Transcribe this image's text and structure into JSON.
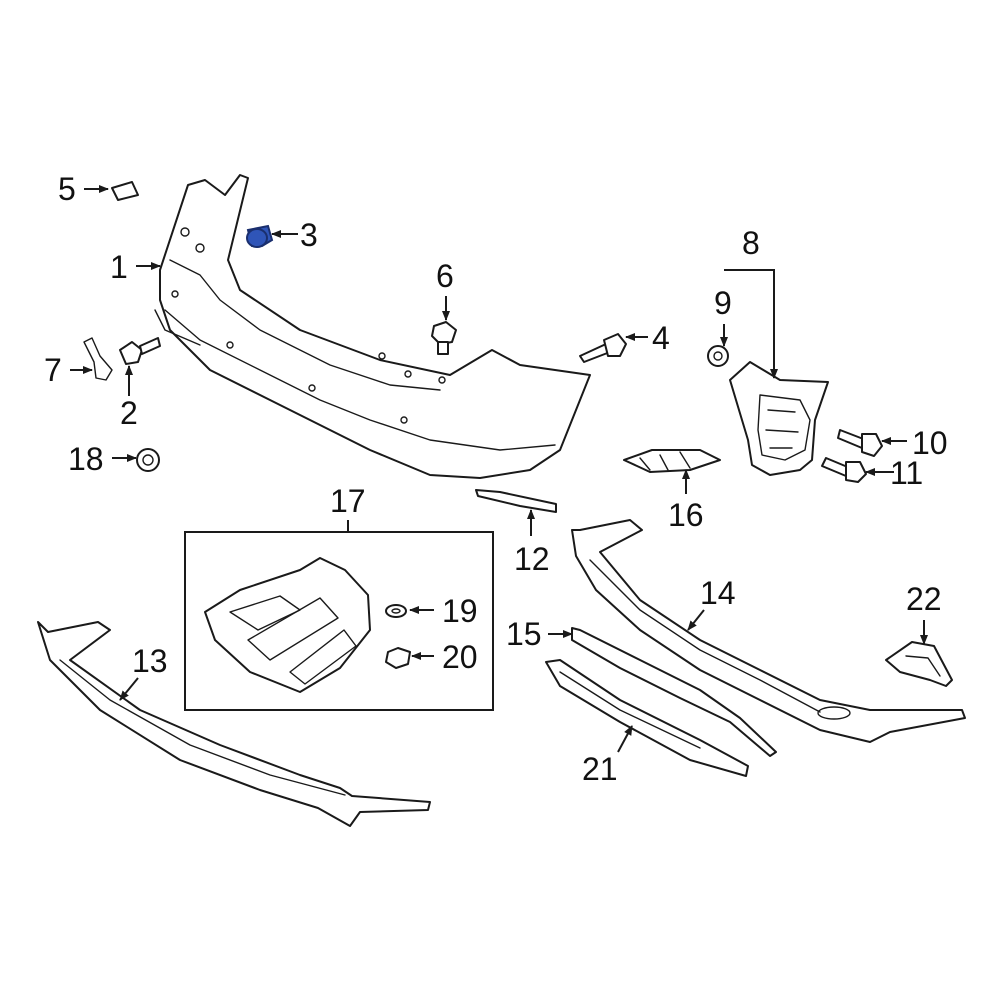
{
  "colors": {
    "line": "#1a1a1a",
    "part_fill": "#ffffff",
    "highlight_fill": "#2f55b8",
    "highlight_stroke": "#1a2f6e"
  },
  "highlighted_part": "3",
  "callouts": {
    "c1": "1",
    "c2": "2",
    "c3": "3",
    "c4": "4",
    "c5": "5",
    "c6": "6",
    "c7": "7",
    "c8": "8",
    "c9": "9",
    "c10": "10",
    "c11": "11",
    "c12": "12",
    "c13": "13",
    "c14": "14",
    "c15": "15",
    "c16": "16",
    "c17": "17",
    "c18": "18",
    "c19": "19",
    "c20": "20",
    "c21": "21",
    "c22": "22"
  }
}
